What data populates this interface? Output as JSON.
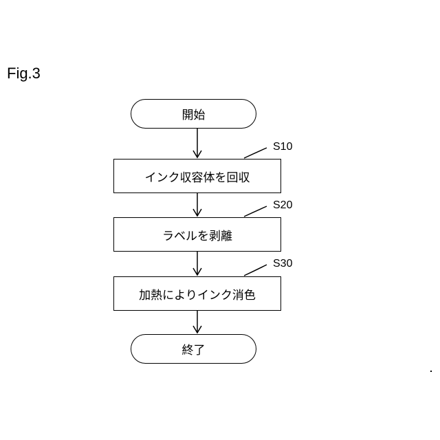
{
  "figure": {
    "label": "Fig.3"
  },
  "flowchart": {
    "start": "開始",
    "steps": [
      {
        "id": "S10",
        "text": "インク収容体を回収"
      },
      {
        "id": "S20",
        "text": "ラベルを剥離"
      },
      {
        "id": "S30",
        "text": "加熱によりインク消色"
      }
    ],
    "end": "終了"
  }
}
